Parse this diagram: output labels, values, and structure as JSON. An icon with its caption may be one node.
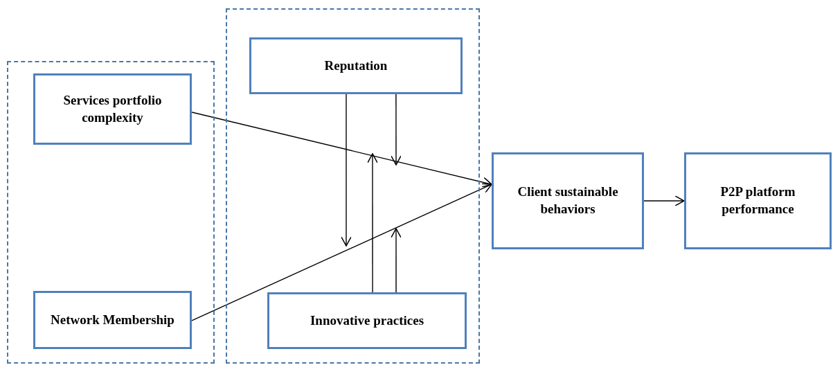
{
  "diagram": {
    "nodes": [
      {
        "text": [],
        "shape": "box"
      },
      {
        "text": [
          "Services portfolio complexity"
        ],
        "in": 0
      },
      {
        "text": [
          "Network Membership"
        ],
        "in": 0
      },
      {
        "text": [],
        "shape": "box"
      },
      {
        "text": [
          "Reputation"
        ],
        "in": 3
      },
      {
        "text": [
          "Innovative practices"
        ],
        "in": 3
      },
      {
        "text": [
          "Client sustainable behaviors"
        ]
      },
      {
        "text": [
          "P2P platform performance"
        ]
      }
    ],
    "edges": [
      {
        "from": 1,
        "to": 6,
        "arrow": "to"
      },
      {
        "from": 2,
        "to": 6,
        "arrow": "to"
      },
      {
        "from": 4,
        "to": null,
        "arrow": "to"
      },
      {
        "from": 4,
        "to": null,
        "arrow": "to"
      },
      {
        "from": 5,
        "to": null,
        "arrow": "to"
      },
      {
        "from": 5,
        "to": null,
        "arrow": "to"
      },
      {
        "from": 6,
        "to": 7,
        "arrow": "to"
      }
    ]
  }
}
